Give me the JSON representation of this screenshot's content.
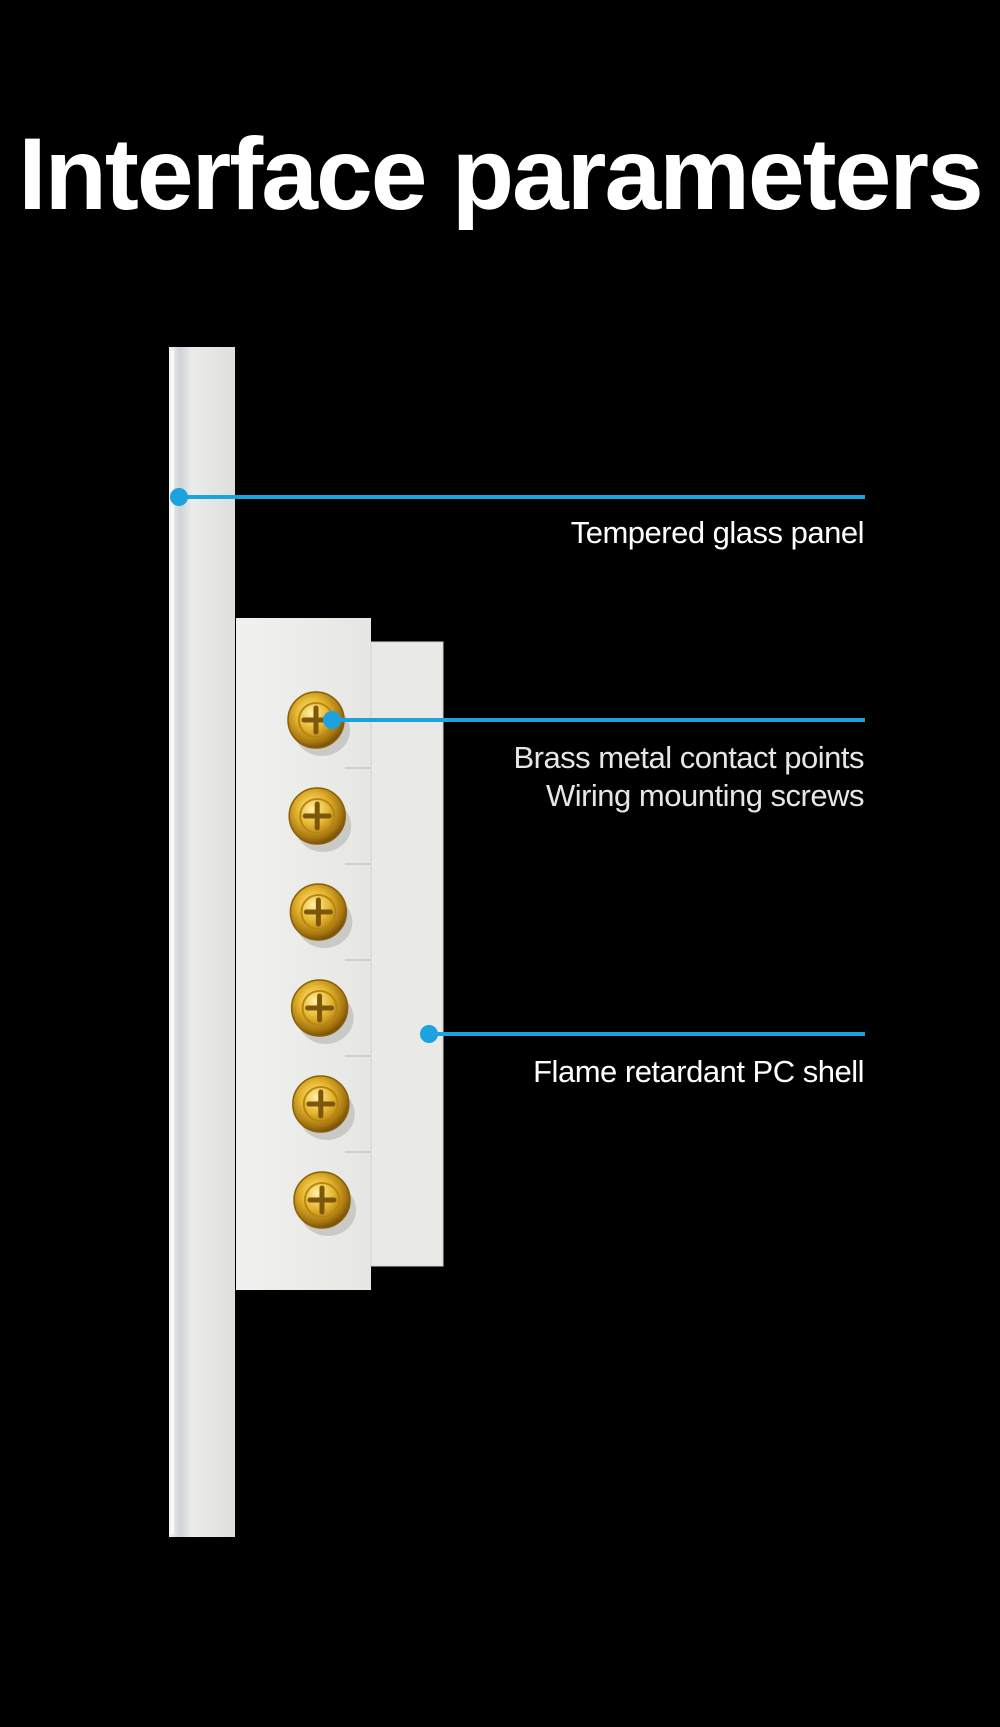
{
  "title": "Interface parameters",
  "accent_color": "#1ca3df",
  "callouts": [
    {
      "label": "Tempered glass panel"
    },
    {
      "label_line1": "Brass metal contact points",
      "label_line2": "Wiring mounting screws"
    },
    {
      "label": "Flame retardant PC shell"
    }
  ],
  "screw_count": 6
}
